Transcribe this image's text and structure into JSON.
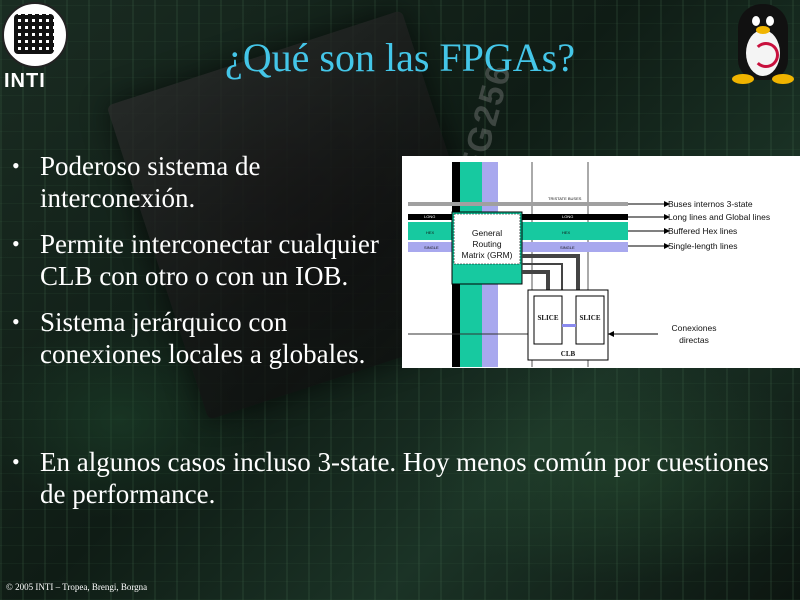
{
  "title": "¿Qué son las FPGAs?",
  "logo": {
    "text": "INTI"
  },
  "bullets_top": [
    {
      "text": "Poderoso sistema de interconexión."
    },
    {
      "text": "Permite interconectar cualquier CLB con otro o con un IOB."
    },
    {
      "text": "Sistema jerárquico con conexiones locales a globales."
    }
  ],
  "bullets_bottom": [
    {
      "text": "En algunos casos incluso 3-state. Hoy menos común por cuestiones de performance."
    }
  ],
  "footer": "© 2005 INTI – Tropea, Brengi, Borgna",
  "diagram": {
    "grm_label": [
      "General",
      "Routing",
      "Matrix (GRM)"
    ],
    "slice_label": "SLICE",
    "clb_label": "CLB",
    "row_labels": {
      "tristate": "TRISTATE BUSES",
      "long": "LONG",
      "hex": "HEX",
      "single": "SINGLE"
    },
    "legend": [
      "Buses internos 3-state",
      "Long lines and Global lines",
      "Buffered Hex lines",
      "Single-length lines"
    ],
    "direct_label": [
      "Conexiones",
      "directas"
    ],
    "colors": {
      "hex": "#17c9a0",
      "single": "#a8a8ee",
      "long": "#000000",
      "tristate": "#a0a0a0"
    }
  }
}
